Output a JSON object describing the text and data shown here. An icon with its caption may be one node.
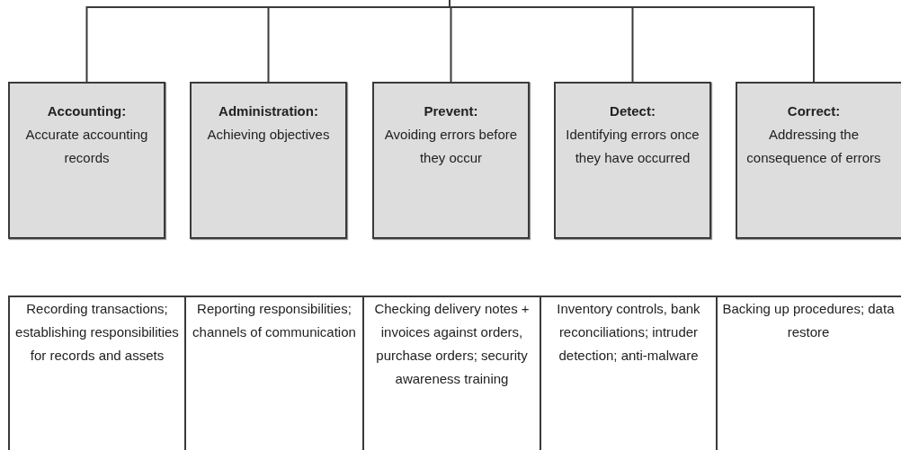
{
  "diagram": {
    "nodes": [
      {
        "text": [
          "Accounting:",
          "Accurate accounting records"
        ]
      },
      {
        "text": [
          "Administration:",
          "Achieving objectives"
        ]
      },
      {
        "text": [
          "Prevent:",
          "Avoiding errors before they occur"
        ]
      },
      {
        "text": [
          "Detect:",
          "Identifying errors once they have occurred"
        ]
      },
      {
        "text": [
          "Correct:",
          "Addressing the consequence of errors"
        ]
      },
      {
        "text": [
          "Recording transactions; establishing responsibilities for records and assets"
        ]
      },
      {
        "text": [
          "Reporting responsibilities; channels of communication"
        ]
      },
      {
        "text": [
          "Checking delivery notes + invoices against orders, purchase orders; security awareness training"
        ]
      },
      {
        "text": [
          "Inventory controls, bank reconciliations; intruder detection; anti-malware"
        ]
      },
      {
        "text": [
          "Backing up procedures; data restore"
        ]
      }
    ],
    "edges": [
      {
        "from": null,
        "to": 0,
        "arrow": "none"
      },
      {
        "from": null,
        "to": 1,
        "arrow": "none"
      },
      {
        "from": null,
        "to": 2,
        "arrow": "none"
      },
      {
        "from": null,
        "to": 3,
        "arrow": "none"
      },
      {
        "from": null,
        "to": 4,
        "arrow": "none"
      }
    ]
  }
}
